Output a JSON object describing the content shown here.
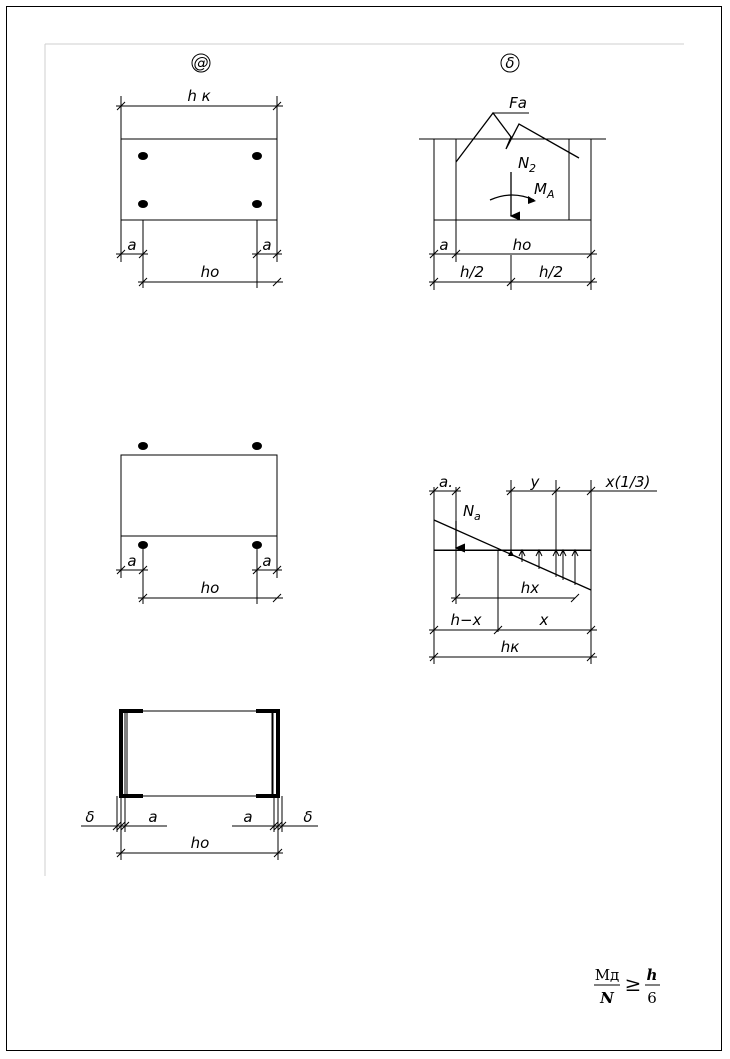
{
  "panels": {
    "left_label": "@",
    "right_label": "δ"
  },
  "diagram1": {
    "top_dim": "h к",
    "left_a": "a",
    "right_a": "a",
    "bottom_dim": "ho"
  },
  "diagram2": {
    "force": "Fa",
    "axial_main": "N",
    "axial_sub": "2",
    "moment_main": "M",
    "moment_sub": "A",
    "dim_a": "a",
    "dim_ho": "ho",
    "half_left": "h/2",
    "half_right": "h/2"
  },
  "diagram3": {
    "left_a": "a",
    "right_a": "a",
    "bottom_dim": "ho"
  },
  "diagram4": {
    "dim_a": "a.",
    "dim_y": "y",
    "dim_x13": "x(1/3)",
    "axial_main": "N",
    "axial_sub": "a",
    "dim_hx": "hx",
    "dim_hminusx": "h−x",
    "dim_x": "x",
    "dim_hk": "hк"
  },
  "diagram5": {
    "left_delta": "δ",
    "left_a": "a",
    "right_a": "a",
    "right_delta": "δ",
    "bottom_dim": "ho"
  },
  "formula": {
    "num_left": "Mд",
    "den_left": "N",
    "relation": "≥",
    "num_right": "h",
    "den_right": "6"
  }
}
